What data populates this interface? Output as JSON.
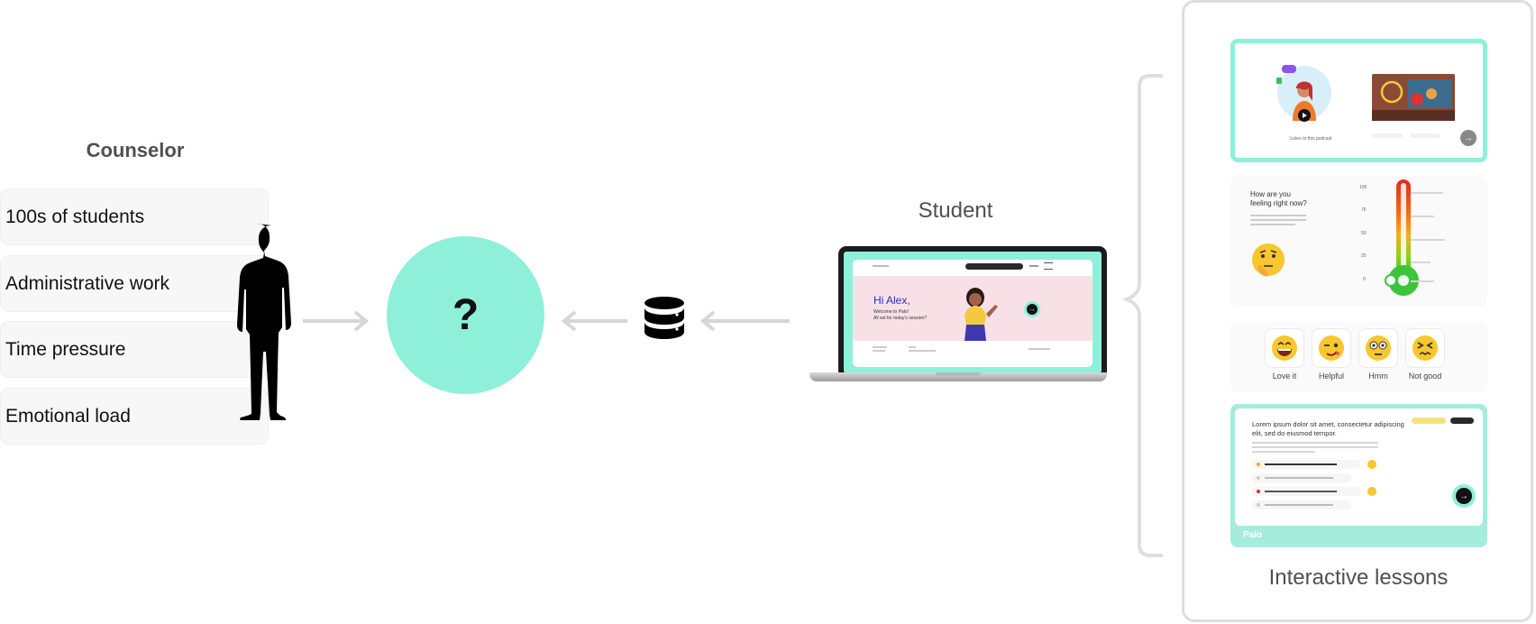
{
  "counselor": {
    "title": "Counselor",
    "burdens": [
      "100s of students",
      "Administrative work",
      "Time pressure",
      "Emotional load"
    ]
  },
  "center": {
    "symbol": "?"
  },
  "student": {
    "title": "Student",
    "screen": {
      "greeting": "Hi Alex,",
      "welcome_line1": "Welcome to Palo!",
      "welcome_line2": "All set for today's session?"
    }
  },
  "lessons": {
    "title": "Interactive lessons",
    "card1": {
      "caption": "Listen to this podcast"
    },
    "card2": {
      "question_line1": "How are you",
      "question_line2": "feeling right now?",
      "scale_ticks": [
        "100",
        "75",
        "50",
        "25",
        "0"
      ]
    },
    "card3": {
      "reactions": [
        {
          "label": "Love it",
          "icon": "grinning-face-icon"
        },
        {
          "label": "Helpful",
          "icon": "winking-face-icon"
        },
        {
          "label": "Hmm",
          "icon": "flushed-face-icon"
        },
        {
          "label": "Not good",
          "icon": "confounded-face-icon"
        }
      ]
    },
    "card4": {
      "heading_line1": "Lorem ipsum dolor sit amet, consectetur adipiscing",
      "heading_line2": "elit, sed do eiusmod tempor.",
      "brand": "Palo"
    }
  },
  "colors": {
    "accent": "#8ef0d8",
    "arrow": "#d6d6d6",
    "panel_border": "#dedede",
    "text_muted": "#505050"
  }
}
